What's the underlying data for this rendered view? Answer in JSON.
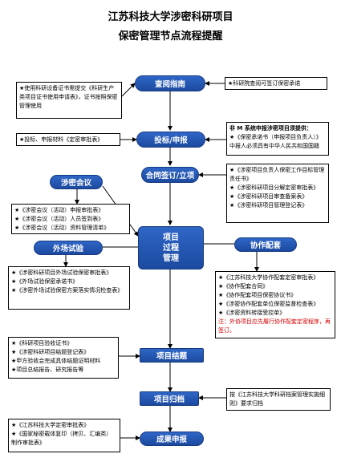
{
  "title": {
    "line1": "江苏科技大学涉密科研项目",
    "line2": "保密管理节点流程提醒"
  },
  "nodes": {
    "query": "查阅指南",
    "bid": "投标/申报",
    "contract": "合同签订/立项",
    "meeting": "涉密会议",
    "process_line1": "项目",
    "process_line2": "过程",
    "process_line3": "管理",
    "field_test": "外场试验",
    "coop": "协作配套",
    "acceptance": "项目结题",
    "archive": "项目归档",
    "achievement": "成果申报"
  },
  "boxes": {
    "right_query": [
      "★科研院查阅可签订保密承诺"
    ],
    "left_query": [
      "★使用科研设备证书需提交《科研生产类项目证书使用申请表》，证书按照保密管理使用"
    ],
    "left_bid": [
      "★投标、申报材料《定密审批表》"
    ],
    "right_bid": [
      "非 M 系统申报涉密项目须提供：",
      "★《保密承诺书（申报项目负责人）》",
      "中报人必须具有中华人民共和国国籍"
    ],
    "right_contract": [
      "★《涉密项目负责人保密工作目标管理责任书》",
      "★《涉密科研项目分解定密审批表》",
      "★《涉密科研项目审查备案表》",
      "★《涉密科研项目管理登记表》"
    ],
    "left_meeting": [
      "★《涉密会议（活动）申报审批表》",
      "★《涉密会议（活动）人员签到表》",
      "★《涉密会议（活动）资料管理清单》"
    ],
    "left_field": [
      "★《涉密科研项目外场试验保密审批表》",
      "★《外场试验保密承诺书》",
      "★《涉密外场试验保密方案落实情况检查表》"
    ],
    "right_coop": [
      "★《江苏科技大学协作配套定密审批表》",
      "★《协作配套合同》",
      "★《协作配套项目保密协议书》",
      "★《涉密协作配套单位保密监督检查表》",
      "★《涉密资料转接受控单》"
    ],
    "right_coop_note": "注：外协项目应先履行协作配套定密程序，再签订。",
    "left_acceptance": [
      "★《科研项目验收证书》",
      "★《涉密科研项目结题登记表》",
      "★甲方验收会完成具体结题证明材料",
      "★项目总结报告、研究报告等"
    ],
    "right_archive": [
      "按《江苏科技大学科研档案管理实施细则》要求归档"
    ],
    "left_achievement": [
      "★《江苏科技大学定密审批表》",
      "★《国家秘密载体复印（拷贝、汇编类）制作审批表》"
    ]
  }
}
